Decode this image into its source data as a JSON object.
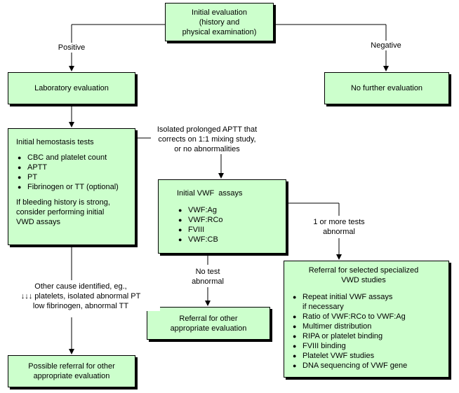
{
  "boxes": {
    "initial_eval": "Initial evaluation\n(history and\nphysical examination)",
    "lab_eval": "Laboratory evaluation",
    "no_further": "No further evaluation",
    "hemostasis": {
      "title": "Initial hemostasis tests",
      "items": [
        "CBC and platelet count",
        "APTT",
        "PT",
        "Fibrinogen or TT (optional)"
      ],
      "note": "If bleeding history is strong,\nconsider performing initial\nVWD assays"
    },
    "vwf_assays": {
      "title": "Initial VWF  assays",
      "items": [
        "VWF:Ag",
        "VWF:RCo",
        "FVIII",
        "VWF:CB"
      ]
    },
    "referral_specialized": {
      "title": "Referral for selected specialized\nVWD studies",
      "items": [
        "Repeat initial VWF assays\nif necessary",
        "Ratio of VWF:RCo to VWF:Ag",
        "Multimer distribution",
        "RIPA or platelet binding",
        "FVIII binding",
        "Platelet VWF studies",
        "DNA sequencing of VWF gene"
      ]
    },
    "referral_other_middle": "Referral for other\nappropriate evaluation",
    "referral_other_left": "Possible referral for other\nappropriate evaluation"
  },
  "labels": {
    "positive": "Positive",
    "negative": "Negative",
    "isolated_aptt": "Isolated prolonged APTT that\ncorrects on 1:1 mixing study,\nor no abnormalities",
    "tests_abnormal": "1 or more tests\nabnormal",
    "no_test_abnormal": "No test\nabnormal",
    "other_cause": "Other cause identified, eg.,\n↓↓↓ platelets, isolated abnormal PT\nlow fibrinogen, abnormal TT"
  }
}
